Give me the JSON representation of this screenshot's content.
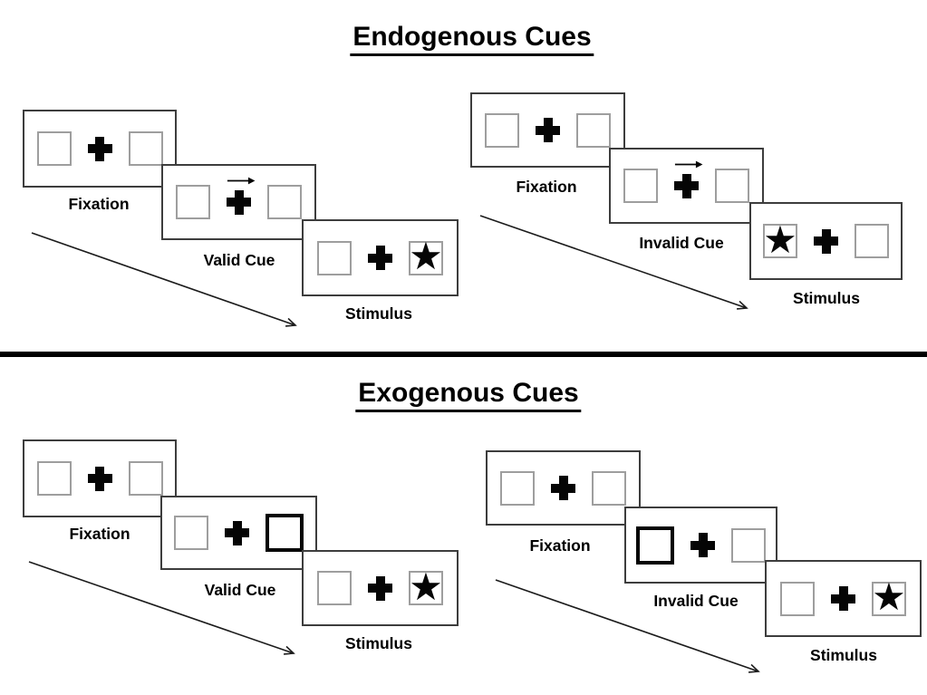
{
  "titles": {
    "endogenous": "Endogenous Cues",
    "exogenous": "Exogenous Cues"
  },
  "glyphs": {
    "star": "★"
  },
  "colors": {
    "ink": "#000000",
    "panel_border": "#3d3d3d",
    "square_border": "#9e9e9e"
  },
  "sequences": [
    {
      "name": "endogenous-valid",
      "cue_description": "central arrow above fixation cross pointing right",
      "target_side": "right",
      "steps": [
        {
          "label": "Fixation"
        },
        {
          "label": "Valid Cue"
        },
        {
          "label": "Stimulus"
        }
      ]
    },
    {
      "name": "endogenous-invalid",
      "cue_description": "central arrow above fixation cross pointing right",
      "target_side": "left",
      "steps": [
        {
          "label": "Fixation"
        },
        {
          "label": "Invalid Cue"
        },
        {
          "label": "Stimulus"
        }
      ]
    },
    {
      "name": "exogenous-valid",
      "cue_description": "right peripheral box highlighted bold",
      "target_side": "right",
      "steps": [
        {
          "label": "Fixation"
        },
        {
          "label": "Valid Cue"
        },
        {
          "label": "Stimulus"
        }
      ]
    },
    {
      "name": "exogenous-invalid",
      "cue_description": "left peripheral box highlighted bold",
      "target_side": "right",
      "steps": [
        {
          "label": "Fixation"
        },
        {
          "label": "Invalid Cue"
        },
        {
          "label": "Stimulus"
        }
      ]
    }
  ]
}
